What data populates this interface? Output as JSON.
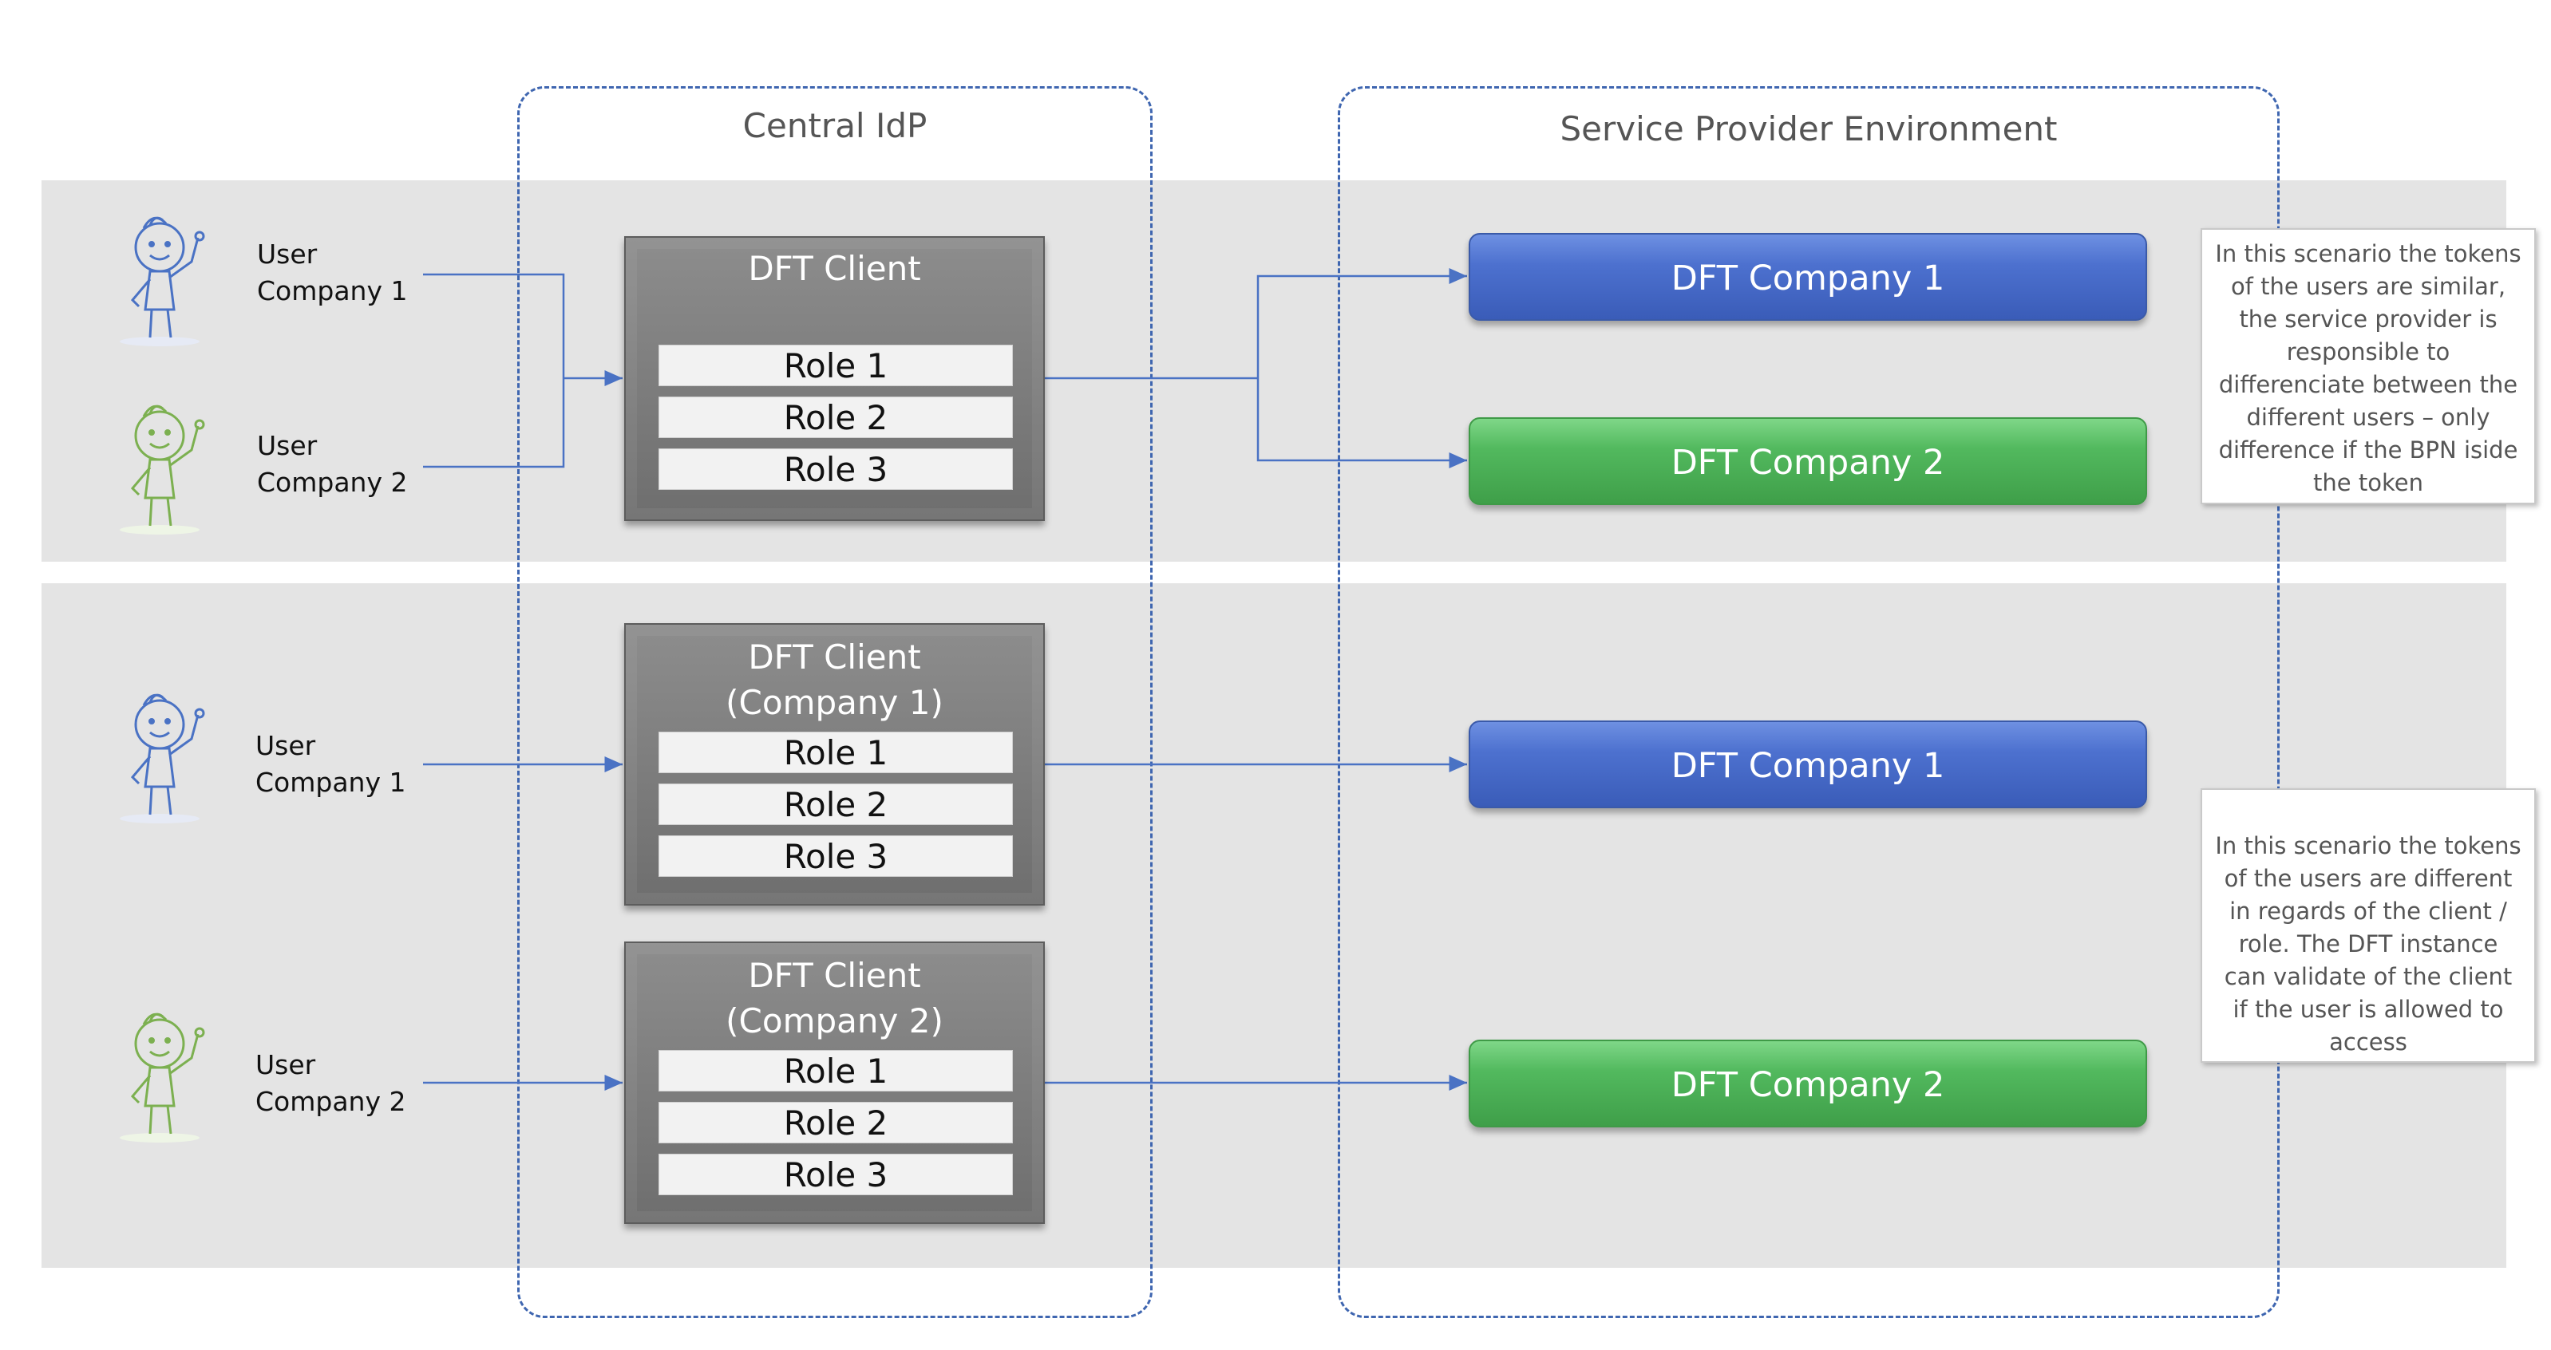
{
  "zones": {
    "central_idp": "Central IdP",
    "service_provider": "Service Provider Environment"
  },
  "scenario1": {
    "users": [
      {
        "label_line1": "User",
        "label_line2": "Company 1"
      },
      {
        "label_line1": "User",
        "label_line2": "Company 2"
      }
    ],
    "client": {
      "title": "DFT Client",
      "roles": [
        "Role 1",
        "Role 2",
        "Role 3"
      ]
    },
    "companies": [
      "DFT Company 1",
      "DFT Company 2"
    ],
    "note": "In this scenario the tokens of the users are similar, the service provider is responsible to differenciate between the different users – only difference if the BPN iside the token"
  },
  "scenario2": {
    "users": [
      {
        "label_line1": "User",
        "label_line2": "Company 1"
      },
      {
        "label_line1": "User",
        "label_line2": "Company 2"
      }
    ],
    "clients": [
      {
        "title_line1": "DFT Client",
        "title_line2": "(Company 1)",
        "roles": [
          "Role 1",
          "Role 2",
          "Role 3"
        ]
      },
      {
        "title_line1": "DFT Client",
        "title_line2": "(Company 2)",
        "roles": [
          "Role 1",
          "Role 2",
          "Role 3"
        ]
      }
    ],
    "companies": [
      "DFT Company 1",
      "DFT Company 2"
    ],
    "note": "In this scenario the tokens of the users are different in regards of the client / role. The DFT instance can validate of the client if the user is allowed to access"
  },
  "colors": {
    "connector": "#4a72c4",
    "blue_user": "#4a72c4",
    "green_user": "#7cb050",
    "company_blue": "#4d71cf",
    "company_green": "#52b95e",
    "client_gray": "#7a7a7a"
  }
}
